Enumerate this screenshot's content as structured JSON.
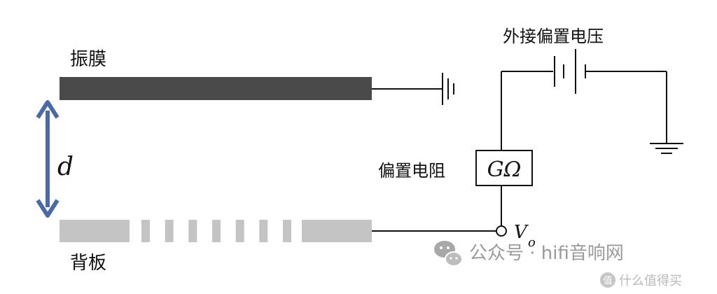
{
  "labels": {
    "diaphragm": "振膜",
    "backplate": "背板",
    "distance": "d",
    "external_bias_voltage": "外接偏置电压",
    "bias_resistor": "偏置电阻",
    "resistor_value": "GΩ",
    "output_voltage": "V",
    "output_voltage_sub": "o"
  },
  "watermark": {
    "source_text": "公众号 · hifi音响网",
    "secondary_text": "什么值得买",
    "secondary_badge": "值"
  },
  "colors": {
    "diaphragm": "#4a4a4a",
    "backplate": "#c4c4c4",
    "arrow": "#4a6aa6",
    "wire": "#111111",
    "watermark": "#9a9a9a"
  },
  "backplate": {
    "slot_count": 7
  },
  "icons": {
    "wechat": "wechat-logo-icon",
    "ground": "ground-symbol-icon",
    "battery": "battery-symbol-icon"
  }
}
